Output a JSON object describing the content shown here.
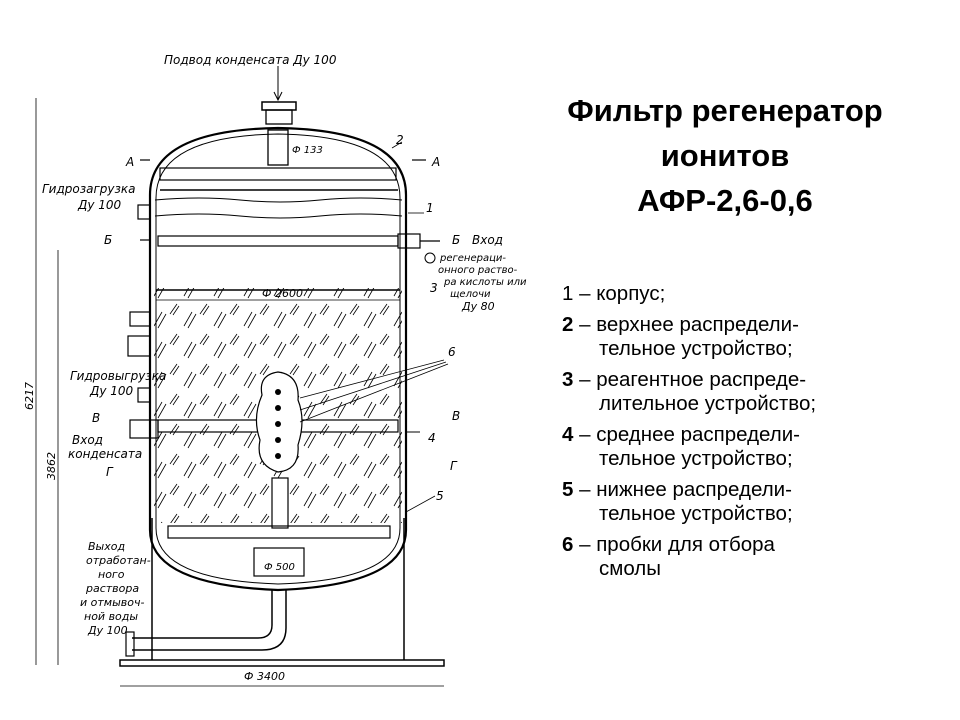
{
  "title": {
    "line1": "Фильтр регенератор",
    "line2": "ионитов",
    "line3": "АФР-2,6-0,6"
  },
  "legend": [
    {
      "num": "1",
      "bold": false,
      "first": " – корпус;",
      "cont": ""
    },
    {
      "num": "2",
      "bold": true,
      "first": " – верхнее распредели-",
      "cont": "тельное устройство;"
    },
    {
      "num": "3",
      "bold": true,
      "first": " – реагентное распреде-",
      "cont": "лительное устройство;"
    },
    {
      "num": "4",
      "bold": true,
      "first": " – среднее распредели-",
      "cont": "тельное устройство;"
    },
    {
      "num": "5",
      "bold": true,
      "first": " – нижнее распредели-",
      "cont": "тельное устройство;"
    },
    {
      "num": "6",
      "bold": true,
      "first": " – пробки для отбора",
      "cont": "смолы"
    }
  ],
  "drawing": {
    "inlet_top": "Подвод конденсата  Ду 100",
    "hydro_load_1": "Гидрозагрузка",
    "hydro_load_2": "Ду 100",
    "hydro_unload_1": "Гидровыгрузка",
    "hydro_unload_2": "Ду 100",
    "cond_in_1": "Вход",
    "cond_in_2": "конденсата",
    "regen_1": "Вход",
    "regen_2": "регенераци-",
    "regen_3": "онного раство-",
    "regen_4": "ра кислоты или",
    "regen_5": "щелочи",
    "regen_6": "Ду 80",
    "outlet_1": "Выход",
    "outlet_2": "отработан-",
    "outlet_3": "ного",
    "outlet_4": "раствора",
    "outlet_5": "и отмывоч-",
    "outlet_6": "ной воды",
    "outlet_7": "Ду 100",
    "dim_total": "6217",
    "dim_lower": "3862",
    "dim_diam": "Ф 2600",
    "dim_base": "Ф 3400",
    "dim_top_pipe": "Ф 133",
    "dim_bottom": "Ф 500",
    "sec_A": "А",
    "sec_B": "Б",
    "sec_V": "В",
    "sec_G": "Г",
    "n1": "1",
    "n2": "2",
    "n3": "3",
    "n4": "4",
    "n5": "5",
    "n6": "6"
  }
}
